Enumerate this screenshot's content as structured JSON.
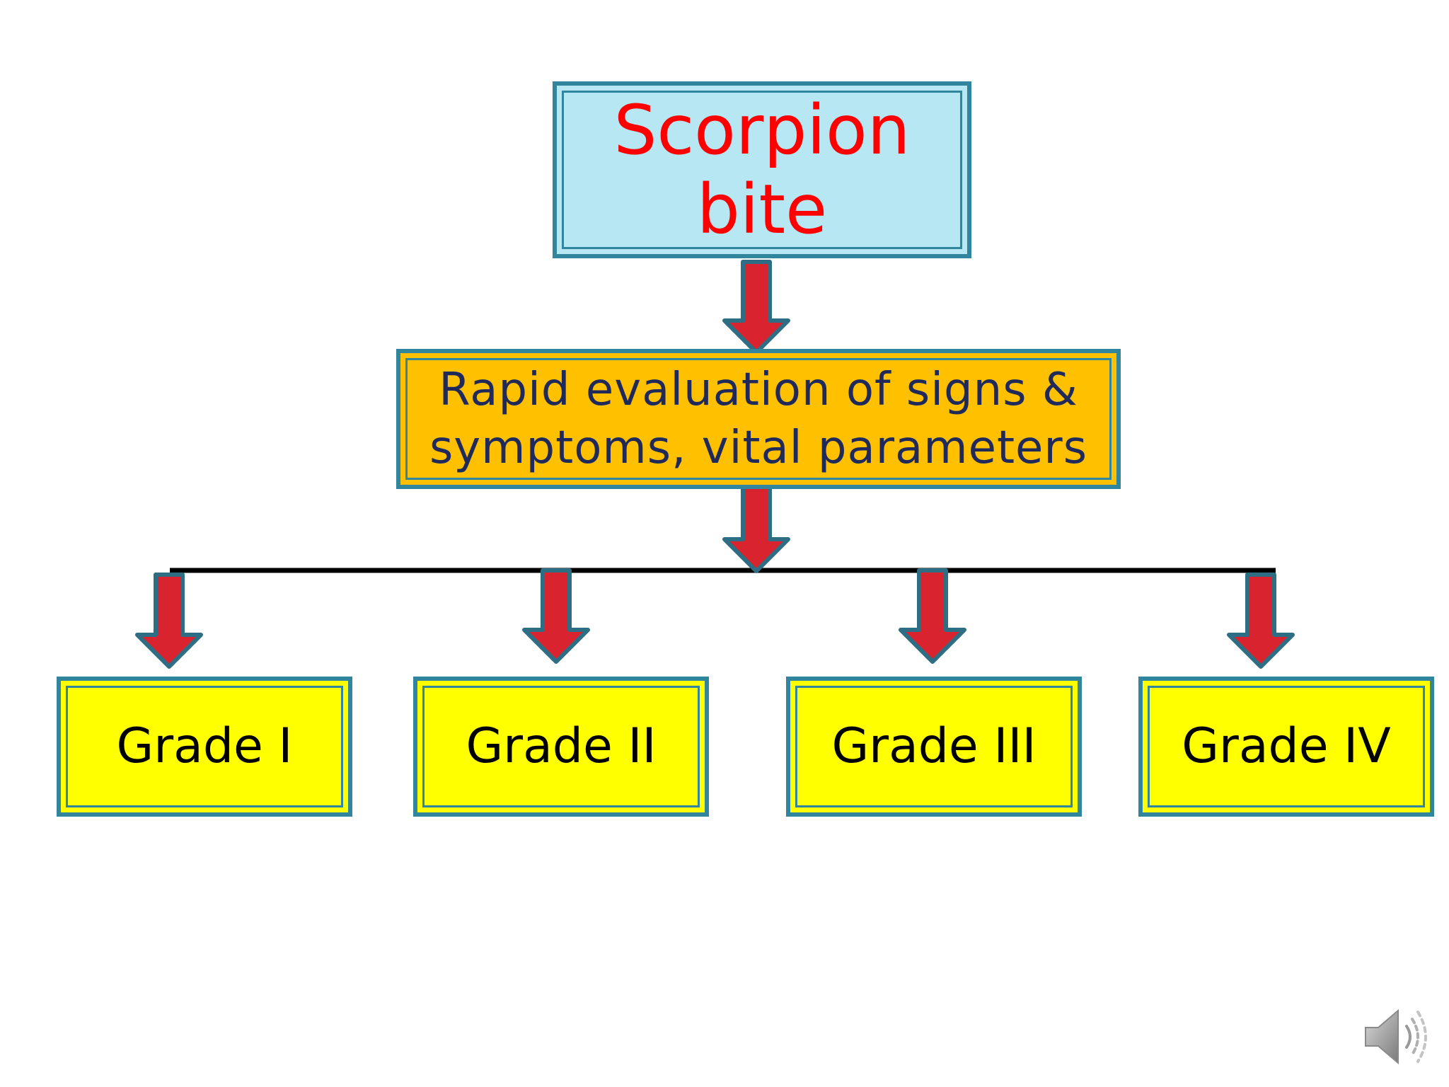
{
  "diagram": {
    "root": {
      "label": "Scorpion\nbite"
    },
    "evaluation": {
      "label": "Rapid  evaluation of signs &\nsymptoms, vital parameters"
    },
    "grades": [
      {
        "label": "Grade I"
      },
      {
        "label": "Grade II"
      },
      {
        "label": "Grade III"
      },
      {
        "label": "Grade IV"
      }
    ]
  },
  "colors": {
    "root_fill": "#b7e7f2",
    "root_text": "#ff0000",
    "evaluation_fill": "#ffc000",
    "evaluation_text": "#1f2a5a",
    "grade_fill": "#ffff00",
    "box_border": "#31859c",
    "arrow_fill": "#d9232e",
    "arrow_stroke": "#2e6e85",
    "connector_line": "#000000"
  },
  "icons": {
    "audio": "speaker-icon"
  }
}
